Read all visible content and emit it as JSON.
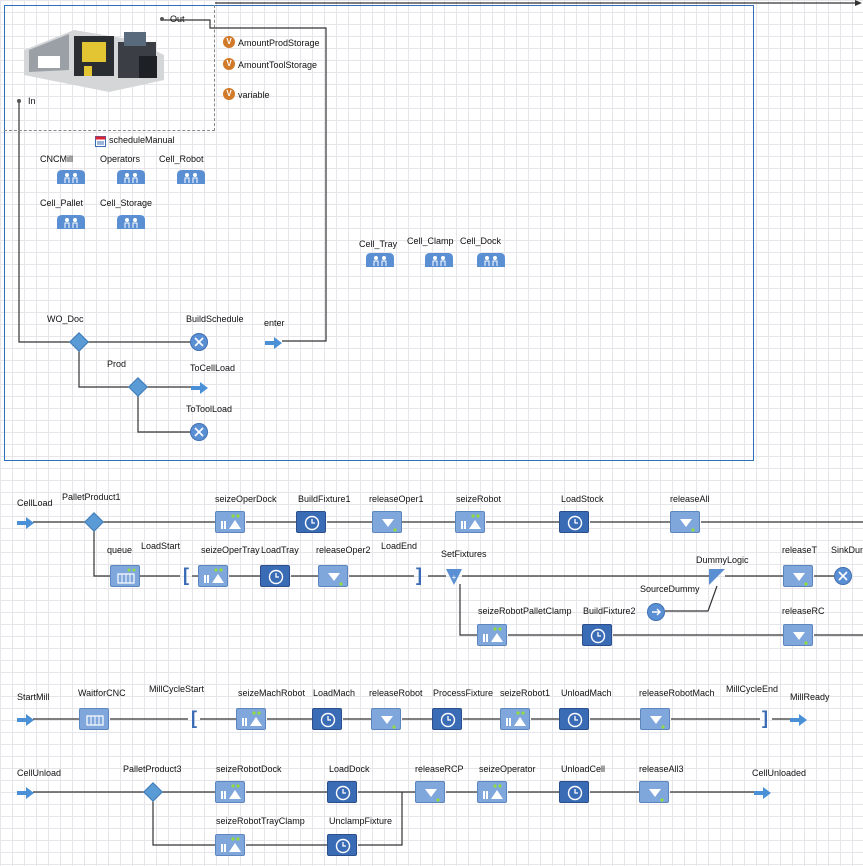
{
  "agent": {
    "ports": {
      "out": "Out",
      "in": "In"
    },
    "variables": [
      "AmountProdStorage",
      "AmountToolStorage",
      "variable"
    ],
    "schedule": "scheduleManual",
    "resource_pools": [
      "CNCMill",
      "Operators",
      "Cell_Robot",
      "Cell_Pallet",
      "Cell_Storage",
      "Cell_Tray",
      "Cell_Clamp",
      "Cell_Dock"
    ],
    "enter": "enter",
    "wo_doc": "WO_Doc",
    "prod": "Prod",
    "build_schedule": "BuildSchedule",
    "to_cell_load": "ToCellLoad",
    "to_tool_load": "ToToolLoad"
  },
  "row1": {
    "cell_load": "CellLoad",
    "pallet_product1": "PalletProduct1",
    "seize_oper_dock": "seizeOperDock",
    "build_fixture1": "BuildFixture1",
    "release_oper1": "releaseOper1",
    "seize_robot": "seizeRobot",
    "load_stock": "LoadStock",
    "release_all": "releaseAll",
    "queue": "queue",
    "load_start": "LoadStart",
    "seize_oper_tray": "seizeOperTray",
    "load_tray": "LoadTray",
    "release_oper2": "releaseOper2",
    "load_end": "LoadEnd",
    "set_fixtures": "SetFixtures",
    "dummy_logic": "DummyLogic",
    "release_t": "releaseT",
    "sink_dummy": "SinkDum",
    "source_dummy": "SourceDummy",
    "seize_robot_pallet_clamp": "seizeRobotPalletClamp",
    "build_fixture2": "BuildFixture2",
    "release_rc": "releaseRC"
  },
  "row2": {
    "start_mill": "StartMill",
    "waitfor_cnc": "WaitforCNC",
    "mill_cycle_start": "MillCycleStart",
    "seize_mach_robot": "seizeMachRobot",
    "load_mach": "LoadMach",
    "release_robot": "releaseRobot",
    "process_fixture": "ProcessFixture",
    "seize_robot1": "seizeRobot1",
    "unload_mach": "UnloadMach",
    "release_robot_mach": "releaseRobotMach",
    "mill_cycle_end": "MillCycleEnd",
    "mill_ready": "MillReady"
  },
  "row3": {
    "cell_unload": "CellUnload",
    "pallet_product3": "PalletProduct3",
    "seize_robot_dock": "seizeRobotDock",
    "load_dock": "LoadDock",
    "release_rcp": "releaseRCP",
    "seize_operator": "seizeOperator",
    "unload_cell": "UnloadCell",
    "release_all3": "releaseAll3",
    "cell_unloaded": "CellUnloaded",
    "seize_robot_tray_clamp": "seizeRobotTrayClamp",
    "unclamp_fixture": "UnclampFixture"
  },
  "colors": {
    "frame": "#2f6fb8",
    "block_light": "#7fa7dc",
    "block_dark": "#3a6bb5",
    "variable": "#d07a2a"
  }
}
